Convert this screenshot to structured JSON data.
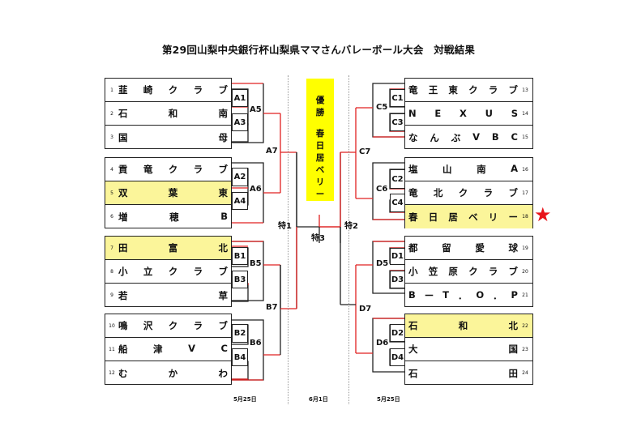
{
  "title": "第29回山梨中央銀行杯山梨県ママさんバレーボール大会　対戦結果",
  "colors": {
    "win_line": "#e02020",
    "lose_line": "#222222",
    "highlight": "#fbf59a",
    "champion_bg": "#ffff00",
    "star": "#e8141a"
  },
  "left": {
    "groups": [
      {
        "teams": [
          {
            "num": "1",
            "chars": [
              "韮",
              "崎",
              "ク",
              "ラ",
              "ブ"
            ],
            "highlight": false
          },
          {
            "num": "2",
            "chars": [
              "石",
              "和",
              "南"
            ],
            "highlight": false
          },
          {
            "num": "3",
            "chars": [
              "国",
              "母"
            ],
            "highlight": false
          }
        ],
        "matches": [
          "A1",
          "A3"
        ],
        "final": "A5"
      },
      {
        "teams": [
          {
            "num": "4",
            "chars": [
              "貢",
              "竜",
              "ク",
              "ラ",
              "ブ"
            ],
            "highlight": false
          },
          {
            "num": "5",
            "chars": [
              "双",
              "葉",
              "東"
            ],
            "highlight": true
          },
          {
            "num": "6",
            "chars": [
              "増",
              "穂",
              "B"
            ],
            "highlight": false
          }
        ],
        "matches": [
          "A2",
          "A4"
        ],
        "final": "A6"
      },
      {
        "teams": [
          {
            "num": "7",
            "chars": [
              "田",
              "富",
              "北"
            ],
            "highlight": true
          },
          {
            "num": "8",
            "chars": [
              "小",
              "立",
              "ク",
              "ラ",
              "ブ"
            ],
            "highlight": false
          },
          {
            "num": "9",
            "chars": [
              "若",
              "草"
            ],
            "highlight": false
          }
        ],
        "matches": [
          "B1",
          "B3"
        ],
        "final": "B5"
      },
      {
        "teams": [
          {
            "num": "10",
            "chars": [
              "鳴",
              "沢",
              "ク",
              "ラ",
              "ブ"
            ],
            "highlight": false
          },
          {
            "num": "11",
            "chars": [
              "船",
              "津",
              "V",
              "C"
            ],
            "highlight": false
          },
          {
            "num": "12",
            "chars": [
              "む",
              "か",
              "わ"
            ],
            "highlight": false
          }
        ],
        "matches": [
          "B2",
          "B4"
        ],
        "final": "B6"
      }
    ],
    "semis": [
      "A7",
      "B7"
    ],
    "final": "特1"
  },
  "right": {
    "groups": [
      {
        "teams": [
          {
            "num": "13",
            "chars": [
              "竜",
              "王",
              "東",
              "ク",
              "ラ",
              "ブ"
            ],
            "highlight": false
          },
          {
            "num": "14",
            "chars": [
              "N",
              "E",
              "X",
              "U",
              "S"
            ],
            "highlight": false
          },
          {
            "num": "15",
            "chars": [
              "な",
              "ん",
              "ぶ",
              "V",
              "B",
              "C"
            ],
            "highlight": false
          }
        ],
        "matches": [
          "C1",
          "C3"
        ],
        "final": "C5"
      },
      {
        "teams": [
          {
            "num": "16",
            "chars": [
              "塩",
              "山",
              "南",
              "A"
            ],
            "highlight": false
          },
          {
            "num": "17",
            "chars": [
              "竜",
              "北",
              "ク",
              "ラ",
              "ブ"
            ],
            "highlight": false
          },
          {
            "num": "18",
            "chars": [
              "春",
              "日",
              "居",
              "ベ",
              "リ",
              "ー"
            ],
            "highlight": true
          }
        ],
        "matches": [
          "C2",
          "C4"
        ],
        "final": "C6"
      },
      {
        "teams": [
          {
            "num": "19",
            "chars": [
              "都",
              "留",
              "愛",
              "球"
            ],
            "highlight": false
          },
          {
            "num": "20",
            "chars": [
              "小",
              "笠",
              "原",
              "ク",
              "ラ",
              "ブ"
            ],
            "highlight": false
          },
          {
            "num": "21",
            "chars": [
              "B",
              "ー",
              "T",
              "．",
              "O",
              "．",
              "P"
            ],
            "highlight": false
          }
        ],
        "matches": [
          "D1",
          "D3"
        ],
        "final": "D5"
      },
      {
        "teams": [
          {
            "num": "22",
            "chars": [
              "石",
              "和",
              "北"
            ],
            "highlight": true
          },
          {
            "num": "23",
            "chars": [
              "大",
              "国"
            ],
            "highlight": false
          },
          {
            "num": "24",
            "chars": [
              "石",
              "田"
            ],
            "highlight": false
          }
        ],
        "matches": [
          "D2",
          "D4"
        ],
        "final": "D6"
      }
    ],
    "semis": [
      "C7",
      "D7"
    ],
    "final": "特2"
  },
  "center": {
    "final": "特3",
    "champion_label": [
      "優",
      "勝"
    ],
    "champion_team": [
      "春",
      "日",
      "居",
      "ベ",
      "リ",
      "ー"
    ]
  },
  "dates": {
    "left": "5月25日",
    "center": "6月1日",
    "right": "5月25日"
  },
  "star_icon": "★"
}
